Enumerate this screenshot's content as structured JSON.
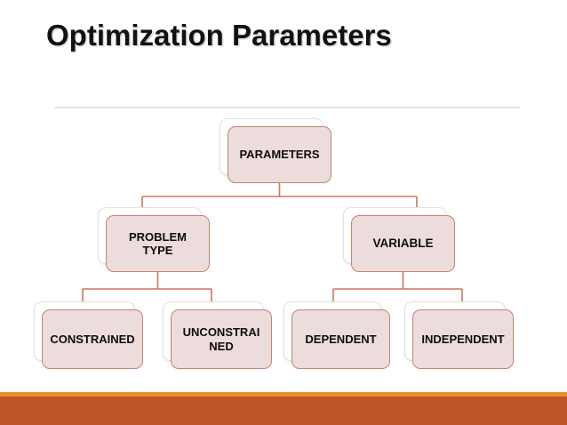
{
  "slide": {
    "title": "Optimization Parameters",
    "background_color": "#ffffff",
    "divider_color": "#e3e3e4"
  },
  "theme": {
    "node_fill": "#ecdcdb",
    "node_border": "#c08672",
    "connector_color": "#c57b5e",
    "back_card_fill": "#ffffff",
    "footer_stripe": "#e8902a",
    "footer_band": "#bf5527",
    "title_color": "#121212"
  },
  "diagram": {
    "type": "hierarchy-tree",
    "root": {
      "id": "parameters",
      "label": "PARAMETERS"
    },
    "level2": [
      {
        "id": "problem-type",
        "label": "PROBLEM TYPE",
        "line1": "PROBLEM",
        "line2": "TYPE"
      },
      {
        "id": "variable",
        "label": "VARIABLE"
      }
    ],
    "level3": [
      {
        "id": "constrained",
        "label": "CONSTRAINED",
        "parent": "problem-type"
      },
      {
        "id": "unconstrained",
        "label": "UNCONSTRAINED",
        "line1": "UNCONSTRAI",
        "line2": "NED",
        "parent": "problem-type"
      },
      {
        "id": "dependent",
        "label": "DEPENDENT",
        "parent": "variable"
      },
      {
        "id": "independent",
        "label": "INDEPENDENT",
        "parent": "variable"
      }
    ]
  },
  "footer": {
    "stripe_label": "accent-stripe",
    "band_label": "footer-band"
  }
}
